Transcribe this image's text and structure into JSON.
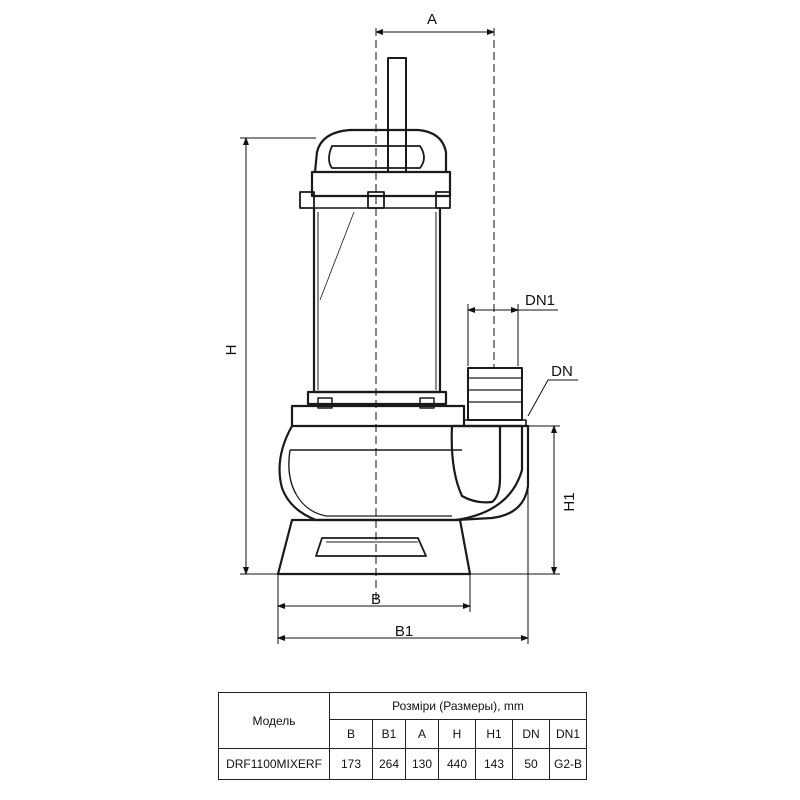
{
  "dimensions": {
    "A": "A",
    "B": "B",
    "B1": "B1",
    "H": "H",
    "H1": "H1",
    "DN": "DN",
    "DN1": "DN1"
  },
  "table": {
    "model_header": "Модель",
    "dims_header": "Розміри (Размеры), mm",
    "columns": [
      "B",
      "B1",
      "A",
      "H",
      "H1",
      "DN",
      "DN1"
    ],
    "rows": [
      {
        "model": "DRF1100MIXERF",
        "values": [
          "173",
          "264",
          "130",
          "440",
          "143",
          "50",
          "G2-B"
        ]
      }
    ]
  }
}
